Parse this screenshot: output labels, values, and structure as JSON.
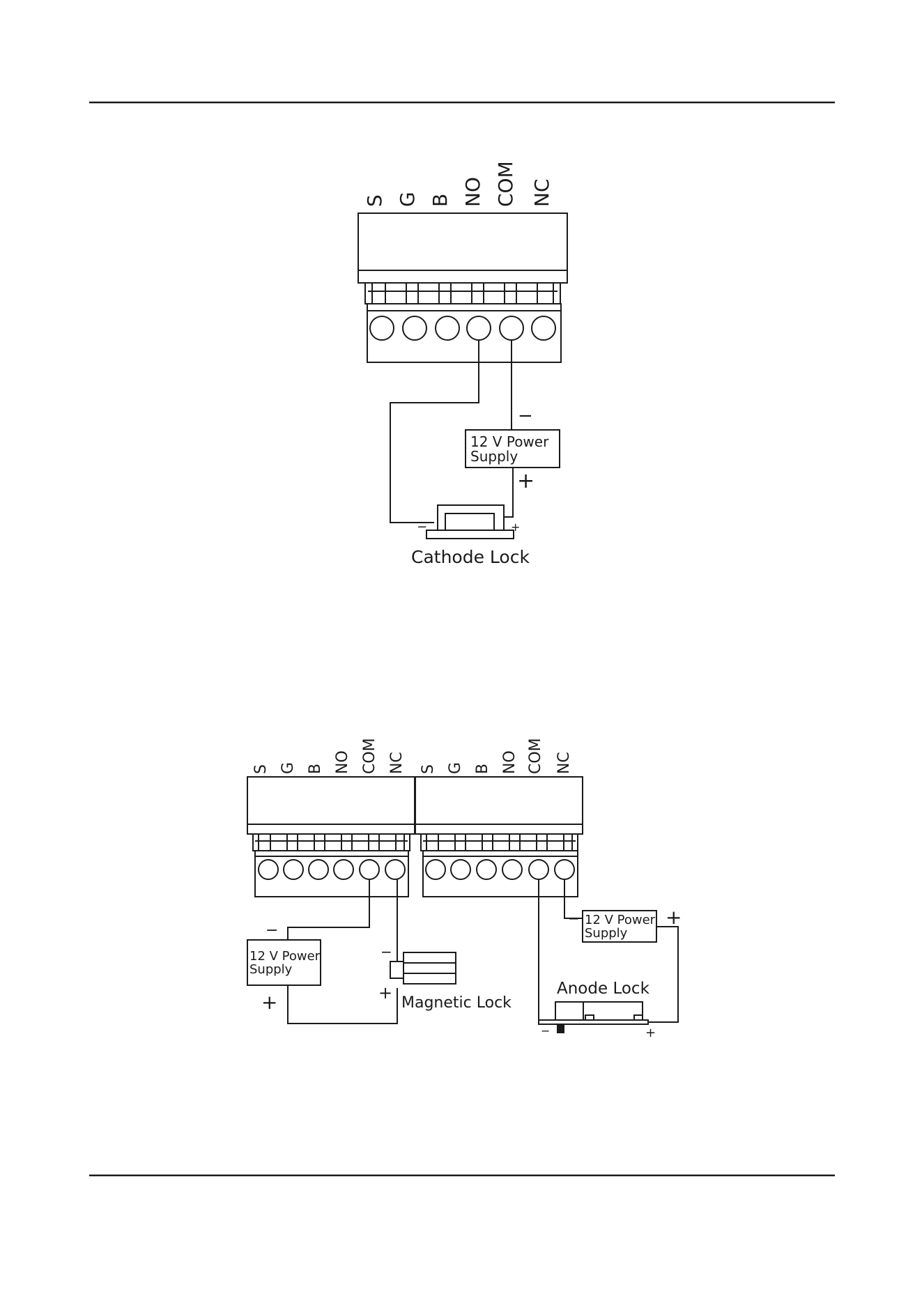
{
  "colors": {
    "ink": "#1a1a1a",
    "background": "#ffffff"
  },
  "signs": {
    "minus": "−",
    "plus": "+"
  },
  "diagram_top": {
    "terminals": [
      "S",
      "G",
      "B",
      "NO",
      "COM",
      "NC"
    ],
    "power_supply": {
      "line1": "12 V Power",
      "line2": "Supply"
    },
    "lock_label": "Cathode Lock"
  },
  "diagram_bottom": {
    "left_terminals": [
      "S",
      "G",
      "B",
      "NO",
      "COM",
      "NC"
    ],
    "right_terminals": [
      "S",
      "G",
      "B",
      "NO",
      "COM",
      "NC"
    ],
    "left_power_supply": {
      "line1": "12 V Power",
      "line2": "Supply"
    },
    "right_power_supply": {
      "line1": "12 V Power",
      "line2": "Supply"
    },
    "magnetic_lock_label": "Magnetic Lock",
    "anode_lock_label": "Anode Lock"
  }
}
